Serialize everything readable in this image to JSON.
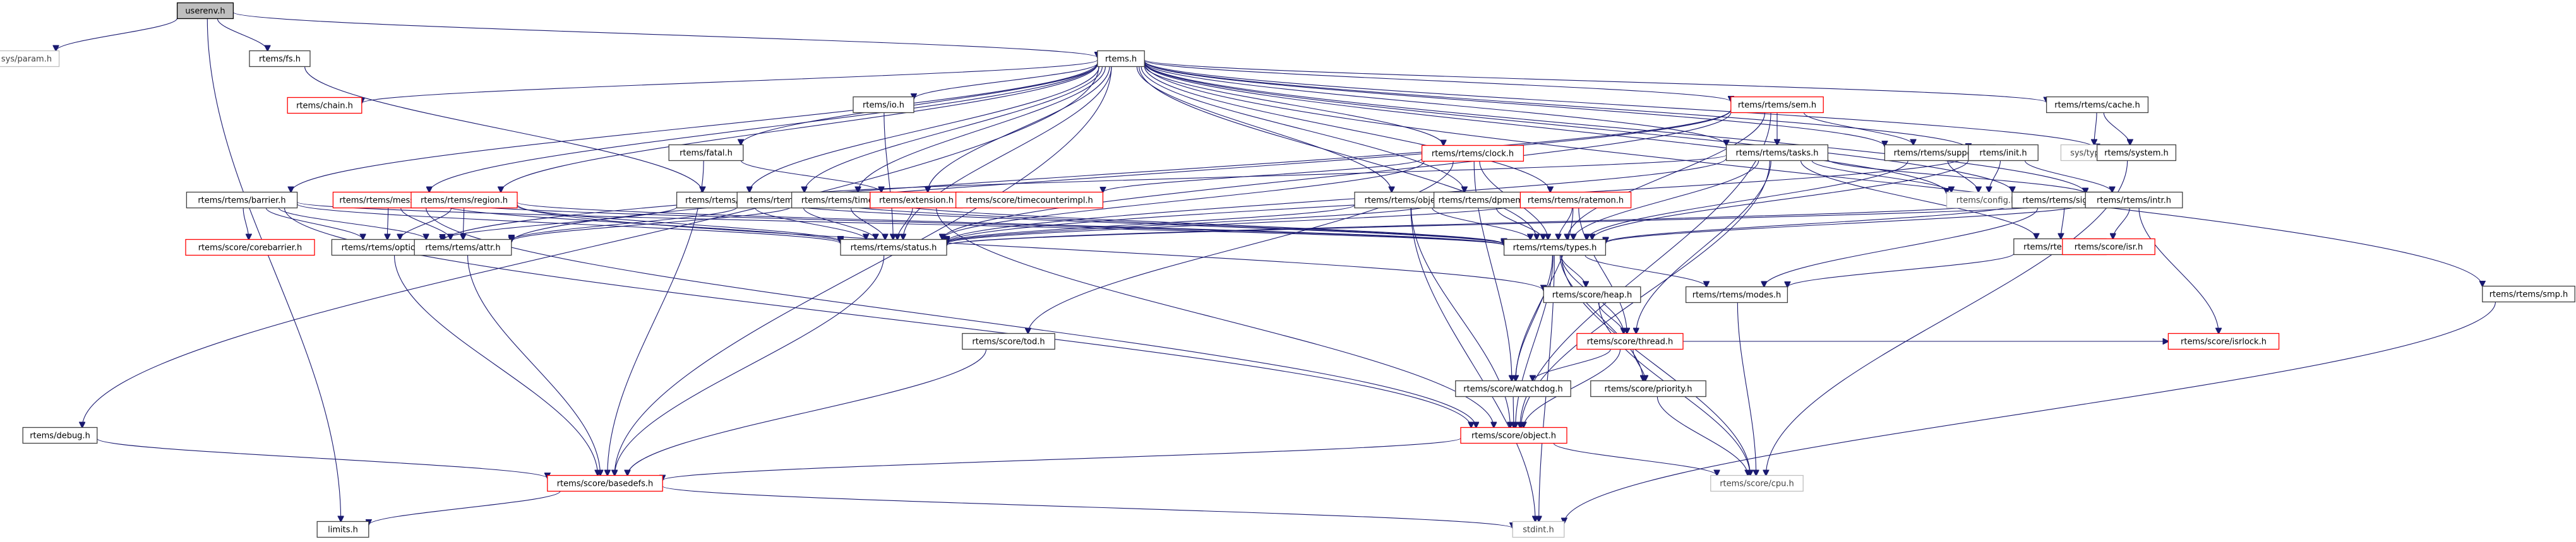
{
  "graph_title": "userenv.h include dependency graph",
  "colors": {
    "edge": "#191970",
    "border_normal": "#404040",
    "border_missing": "#ff0000",
    "border_external": "#bfbfbf",
    "root_fill": "#bfbfbf"
  },
  "nodes": [
    {
      "id": "userenv",
      "label": "userenv.h",
      "kind": "root"
    },
    {
      "id": "sysparam",
      "label": "sys/param.h",
      "kind": "external"
    },
    {
      "id": "fs",
      "label": "rtems/fs.h",
      "kind": "normal"
    },
    {
      "id": "rtems",
      "label": "rtems.h",
      "kind": "normal"
    },
    {
      "id": "chain",
      "label": "rtems/chain.h",
      "kind": "missing"
    },
    {
      "id": "io",
      "label": "rtems/io.h",
      "kind": "normal"
    },
    {
      "id": "sem",
      "label": "rtems/rtems/sem.h",
      "kind": "missing"
    },
    {
      "id": "cache",
      "label": "rtems/rtems/cache.h",
      "kind": "normal"
    },
    {
      "id": "fatal",
      "label": "rtems/fatal.h",
      "kind": "normal"
    },
    {
      "id": "clock",
      "label": "rtems/rtems/clock.h",
      "kind": "missing"
    },
    {
      "id": "tasks",
      "label": "rtems/rtems/tasks.h",
      "kind": "normal"
    },
    {
      "id": "support",
      "label": "rtems/rtems/support.h",
      "kind": "normal"
    },
    {
      "id": "init",
      "label": "rtems/init.h",
      "kind": "normal"
    },
    {
      "id": "systypes",
      "label": "sys/types.h",
      "kind": "external"
    },
    {
      "id": "system",
      "label": "rtems/system.h",
      "kind": "normal"
    },
    {
      "id": "barrier",
      "label": "rtems/rtems/barrier.h",
      "kind": "normal"
    },
    {
      "id": "message",
      "label": "rtems/rtems/message.h",
      "kind": "missing"
    },
    {
      "id": "region",
      "label": "rtems/rtems/region.h",
      "kind": "missing"
    },
    {
      "id": "event",
      "label": "rtems/rtems/event.h",
      "kind": "normal"
    },
    {
      "id": "part",
      "label": "rtems/rtems/part.h",
      "kind": "normal"
    },
    {
      "id": "timer",
      "label": "rtems/rtems/timer.h",
      "kind": "normal"
    },
    {
      "id": "extension",
      "label": "rtems/extension.h",
      "kind": "missing"
    },
    {
      "id": "timecounterimpl",
      "label": "rtems/score/timecounterimpl.h",
      "kind": "missing"
    },
    {
      "id": "object",
      "label": "rtems/rtems/object.h",
      "kind": "normal"
    },
    {
      "id": "dpmem",
      "label": "rtems/rtems/dpmem.h",
      "kind": "normal"
    },
    {
      "id": "ratemon",
      "label": "rtems/rtems/ratemon.h",
      "kind": "missing"
    },
    {
      "id": "config",
      "label": "rtems/config.h",
      "kind": "external"
    },
    {
      "id": "signal",
      "label": "rtems/rtems/signal.h",
      "kind": "normal"
    },
    {
      "id": "intr",
      "label": "rtems/rtems/intr.h",
      "kind": "normal"
    },
    {
      "id": "corebarrier",
      "label": "rtems/score/corebarrier.h",
      "kind": "missing"
    },
    {
      "id": "options",
      "label": "rtems/rtems/options.h",
      "kind": "normal"
    },
    {
      "id": "attr",
      "label": "rtems/rtems/attr.h",
      "kind": "normal"
    },
    {
      "id": "status",
      "label": "rtems/rtems/status.h",
      "kind": "normal"
    },
    {
      "id": "types",
      "label": "rtems/rtems/types.h",
      "kind": "normal"
    },
    {
      "id": "asr",
      "label": "rtems/rtems/asr.h",
      "kind": "normal"
    },
    {
      "id": "isr",
      "label": "rtems/score/isr.h",
      "kind": "missing"
    },
    {
      "id": "smp",
      "label": "rtems/rtems/smp.h",
      "kind": "normal"
    },
    {
      "id": "heap",
      "label": "rtems/score/heap.h",
      "kind": "normal"
    },
    {
      "id": "modes",
      "label": "rtems/rtems/modes.h",
      "kind": "normal"
    },
    {
      "id": "tod",
      "label": "rtems/score/tod.h",
      "kind": "normal"
    },
    {
      "id": "thread",
      "label": "rtems/score/thread.h",
      "kind": "missing"
    },
    {
      "id": "isrlock",
      "label": "rtems/score/isrlock.h",
      "kind": "missing"
    },
    {
      "id": "debug",
      "label": "rtems/debug.h",
      "kind": "normal"
    },
    {
      "id": "watchdog",
      "label": "rtems/score/watchdog.h",
      "kind": "normal"
    },
    {
      "id": "priority",
      "label": "rtems/score/priority.h",
      "kind": "normal"
    },
    {
      "id": "scoreobject",
      "label": "rtems/score/object.h",
      "kind": "missing"
    },
    {
      "id": "basedefs",
      "label": "rtems/score/basedefs.h",
      "kind": "missing"
    },
    {
      "id": "cpu",
      "label": "rtems/score/cpu.h",
      "kind": "external"
    },
    {
      "id": "limits",
      "label": "limits.h",
      "kind": "normal"
    },
    {
      "id": "stdint",
      "label": "stdint.h",
      "kind": "external"
    }
  ],
  "edges": [
    [
      "userenv",
      "sysparam"
    ],
    [
      "userenv",
      "fs"
    ],
    [
      "userenv",
      "rtems"
    ],
    [
      "userenv",
      "limits"
    ],
    [
      "fs",
      "event"
    ],
    [
      "rtems",
      "io"
    ],
    [
      "rtems",
      "sem"
    ],
    [
      "rtems",
      "cache"
    ],
    [
      "rtems",
      "fatal"
    ],
    [
      "rtems",
      "clock"
    ],
    [
      "rtems",
      "tasks"
    ],
    [
      "rtems",
      "support"
    ],
    [
      "rtems",
      "init"
    ],
    [
      "rtems",
      "system"
    ],
    [
      "rtems",
      "barrier"
    ],
    [
      "rtems",
      "message"
    ],
    [
      "rtems",
      "region"
    ],
    [
      "rtems",
      "event"
    ],
    [
      "rtems",
      "part"
    ],
    [
      "rtems",
      "timer"
    ],
    [
      "rtems",
      "extension"
    ],
    [
      "rtems",
      "object"
    ],
    [
      "rtems",
      "dpmem"
    ],
    [
      "rtems",
      "ratemon"
    ],
    [
      "rtems",
      "config"
    ],
    [
      "rtems",
      "signal"
    ],
    [
      "rtems",
      "intr"
    ],
    [
      "rtems",
      "smp"
    ],
    [
      "rtems",
      "debug"
    ],
    [
      "rtems",
      "chain"
    ],
    [
      "rtems",
      "status"
    ],
    [
      "rtems",
      "types"
    ],
    [
      "rtems",
      "basedefs"
    ],
    [
      "io",
      "status"
    ],
    [
      "sem",
      "tasks"
    ],
    [
      "sem",
      "support"
    ],
    [
      "sem",
      "types"
    ],
    [
      "sem",
      "options"
    ],
    [
      "sem",
      "attr"
    ],
    [
      "sem",
      "status"
    ],
    [
      "sem",
      "scoreobject"
    ],
    [
      "cache",
      "systypes"
    ],
    [
      "cache",
      "system"
    ],
    [
      "fatal",
      "basedefs"
    ],
    [
      "fatal",
      "extension"
    ],
    [
      "clock",
      "timecounterimpl"
    ],
    [
      "clock",
      "types"
    ],
    [
      "clock",
      "status"
    ],
    [
      "clock",
      "tod"
    ],
    [
      "clock",
      "watchdog"
    ],
    [
      "tasks",
      "types"
    ],
    [
      "tasks",
      "status"
    ],
    [
      "tasks",
      "thread"
    ],
    [
      "tasks",
      "config"
    ],
    [
      "tasks",
      "event"
    ],
    [
      "tasks",
      "intr"
    ],
    [
      "tasks",
      "asr"
    ],
    [
      "tasks",
      "scoreobject"
    ],
    [
      "support",
      "config"
    ],
    [
      "support",
      "types"
    ],
    [
      "init",
      "config"
    ],
    [
      "init",
      "types"
    ],
    [
      "init",
      "intr"
    ],
    [
      "init",
      "status"
    ],
    [
      "system",
      "cpu"
    ],
    [
      "barrier",
      "corebarrier"
    ],
    [
      "barrier",
      "options"
    ],
    [
      "barrier",
      "attr"
    ],
    [
      "barrier",
      "status"
    ],
    [
      "barrier",
      "types"
    ],
    [
      "barrier",
      "scoreobject"
    ],
    [
      "message",
      "options"
    ],
    [
      "message",
      "attr"
    ],
    [
      "message",
      "status"
    ],
    [
      "message",
      "types"
    ],
    [
      "message",
      "scoreobject"
    ],
    [
      "region",
      "options"
    ],
    [
      "region",
      "attr"
    ],
    [
      "region",
      "status"
    ],
    [
      "region",
      "types"
    ],
    [
      "region",
      "heap"
    ],
    [
      "event",
      "options"
    ],
    [
      "event",
      "status"
    ],
    [
      "event",
      "types"
    ],
    [
      "part",
      "attr"
    ],
    [
      "part",
      "status"
    ],
    [
      "part",
      "types"
    ],
    [
      "timer",
      "attr"
    ],
    [
      "timer",
      "status"
    ],
    [
      "timer",
      "types"
    ],
    [
      "extension",
      "status"
    ],
    [
      "extension",
      "scoreobject"
    ],
    [
      "object",
      "types"
    ],
    [
      "object",
      "status"
    ],
    [
      "object",
      "scoreobject"
    ],
    [
      "object",
      "stdint"
    ],
    [
      "dpmem",
      "status"
    ],
    [
      "dpmem",
      "types"
    ],
    [
      "ratemon",
      "types"
    ],
    [
      "ratemon",
      "status"
    ],
    [
      "ratemon",
      "thread"
    ],
    [
      "ratemon",
      "watchdog"
    ],
    [
      "signal",
      "asr"
    ],
    [
      "signal",
      "modes"
    ],
    [
      "signal",
      "status"
    ],
    [
      "signal",
      "types"
    ],
    [
      "intr",
      "isr"
    ],
    [
      "intr",
      "isrlock"
    ],
    [
      "intr",
      "status"
    ],
    [
      "intr",
      "types"
    ],
    [
      "options",
      "basedefs"
    ],
    [
      "attr",
      "basedefs"
    ],
    [
      "status",
      "basedefs"
    ],
    [
      "types",
      "heap"
    ],
    [
      "types",
      "modes"
    ],
    [
      "types",
      "watchdog"
    ],
    [
      "types",
      "thread"
    ],
    [
      "types",
      "priority"
    ],
    [
      "types",
      "scoreobject"
    ],
    [
      "types",
      "stdint"
    ],
    [
      "types",
      "cpu"
    ],
    [
      "asr",
      "modes"
    ],
    [
      "smp",
      "stdint"
    ],
    [
      "heap",
      "thread"
    ],
    [
      "heap",
      "cpu"
    ],
    [
      "modes",
      "cpu"
    ],
    [
      "tod",
      "basedefs"
    ],
    [
      "thread",
      "watchdog"
    ],
    [
      "thread",
      "priority"
    ],
    [
      "thread",
      "scoreobject"
    ],
    [
      "thread",
      "isrlock"
    ],
    [
      "debug",
      "basedefs"
    ],
    [
      "watchdog",
      "scoreobject"
    ],
    [
      "priority",
      "cpu"
    ],
    [
      "scoreobject",
      "basedefs"
    ],
    [
      "scoreobject",
      "cpu"
    ],
    [
      "basedefs",
      "limits"
    ],
    [
      "basedefs",
      "stdint"
    ]
  ]
}
